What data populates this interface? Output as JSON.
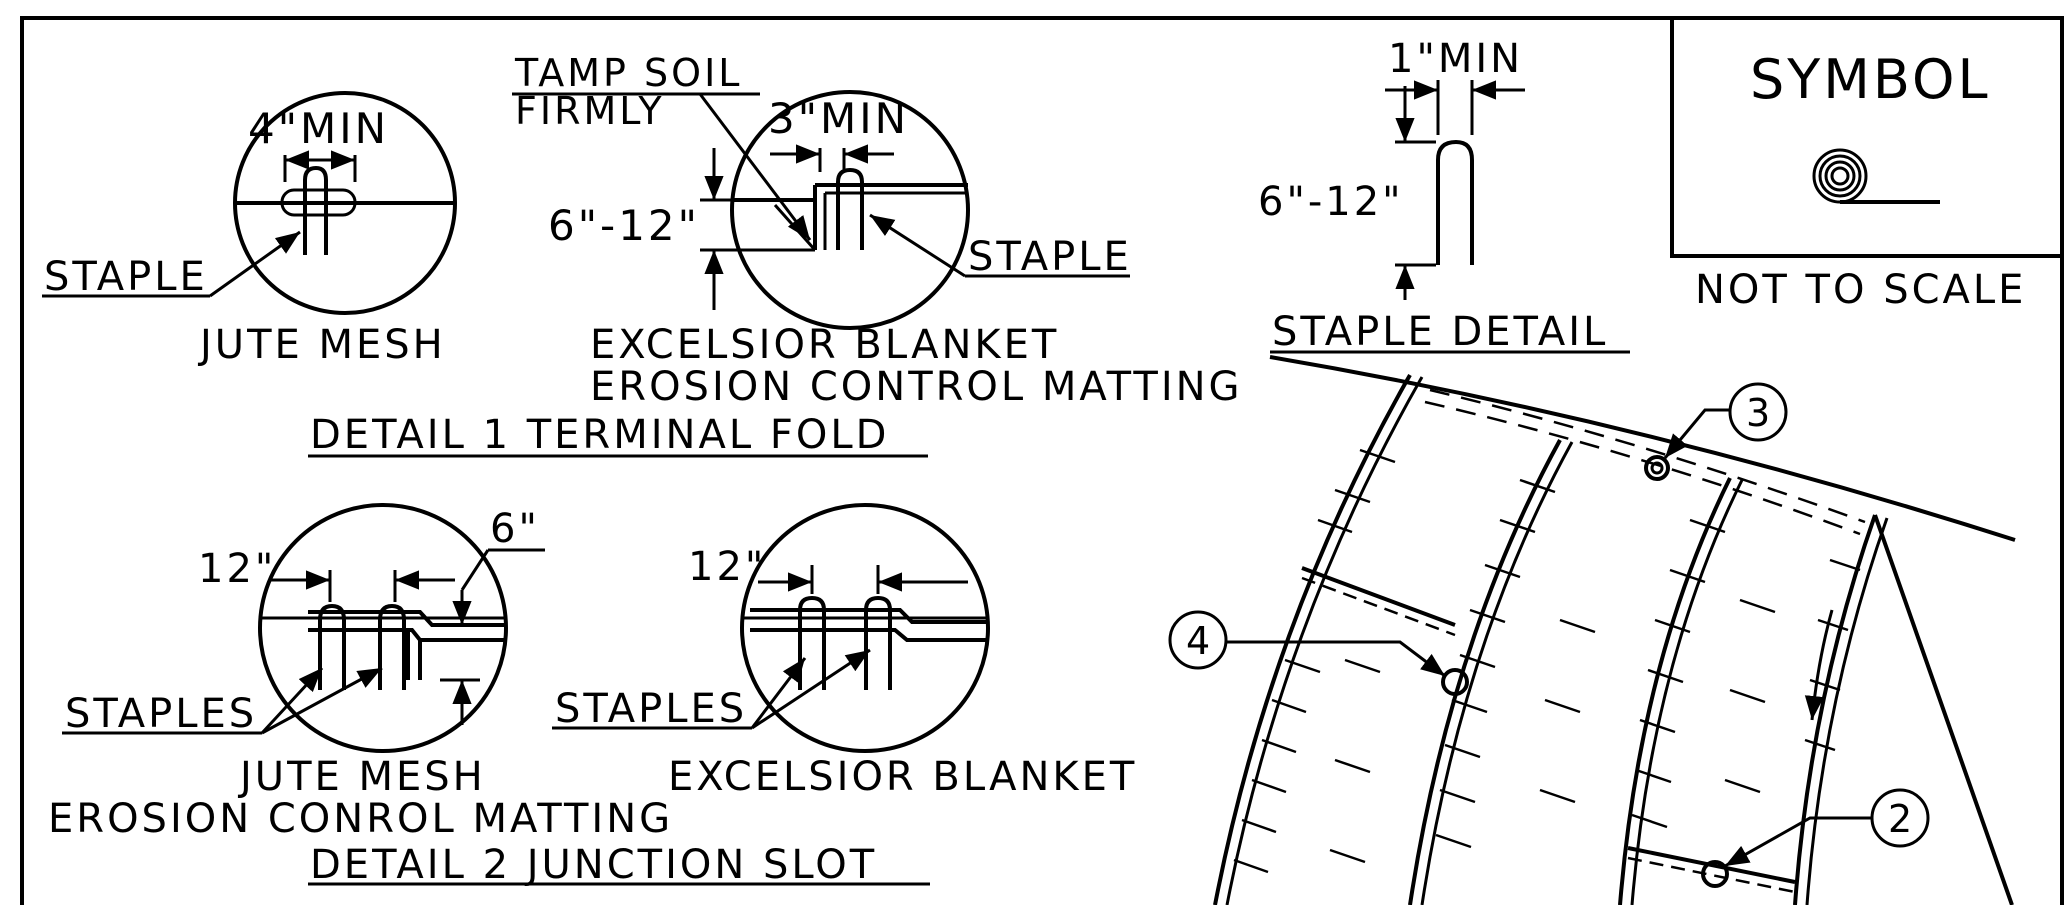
{
  "detail1": {
    "jute": {
      "dim": "4\"MIN",
      "staple": "STAPLE",
      "caption": "JUTE MESH"
    },
    "excelsior": {
      "tamp_line1": "TAMP SOIL",
      "tamp_line2": "FIRMLY",
      "dim_min": "3\"MIN",
      "dim_depth": "6\"-12\"",
      "staple": "STAPLE",
      "caption_line1": "EXCELSIOR BLANKET",
      "caption_line2": "EROSION CONTROL MATTING"
    },
    "title": "DETAIL 1 TERMINAL FOLD"
  },
  "staple_detail": {
    "dim_min": "1\"MIN",
    "dim_length": "6\"-12\"",
    "title": "STAPLE DETAIL"
  },
  "symbol_box": {
    "title": "SYMBOL",
    "note": "NOT TO SCALE"
  },
  "detail2": {
    "jute": {
      "dim_spacing": "12\"",
      "dim_depth": "6\"",
      "staples": "STAPLES",
      "caption": "JUTE MESH"
    },
    "excelsior": {
      "dim_spacing": "12\"",
      "staples": "STAPLES",
      "caption": "EXCELSIOR BLANKET"
    },
    "caption_line2": "EROSION CONROL MATTING",
    "title": "DETAIL 2 JUNCTION SLOT"
  },
  "callouts": {
    "c2": "2",
    "c3": "3",
    "c4": "4"
  }
}
